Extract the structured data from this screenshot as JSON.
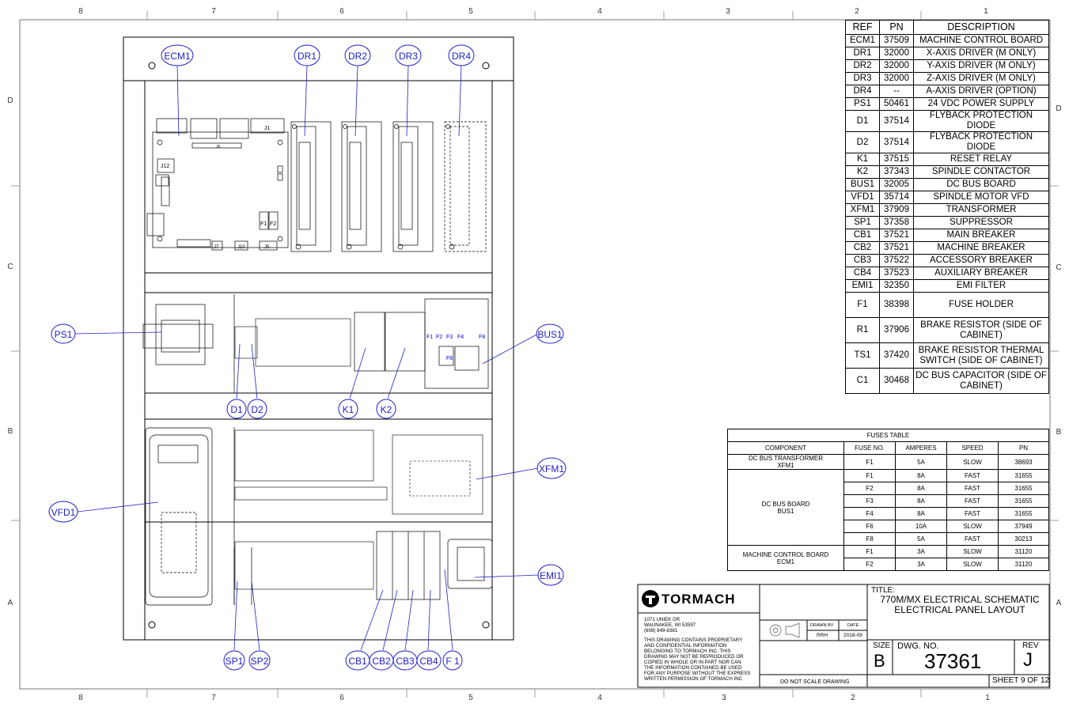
{
  "border": {
    "columns_top": [
      "8",
      "7",
      "6",
      "5",
      "4",
      "3",
      "2",
      "1"
    ],
    "columns_bottom": [
      "8",
      "7",
      "6",
      "5",
      "4",
      "3",
      "2",
      "1"
    ],
    "rows_left": [
      "D",
      "C",
      "B",
      "A"
    ],
    "rows_right": [
      "D",
      "C",
      "B",
      "A"
    ]
  },
  "balloons": {
    "ECM1": "ECM1",
    "DR1": "DR1",
    "DR2": "DR2",
    "DR3": "DR3",
    "DR4": "DR4",
    "PS1": "PS1",
    "BUS1": "BUS1",
    "D1": "D1",
    "D2": "D2",
    "K1": "K1",
    "K2": "K2",
    "XFM1": "XFM1",
    "VFD1": "VFD1",
    "EMI1": "EMI1",
    "SP1": "SP1",
    "SP2": "SP2",
    "CB1": "CB1",
    "CB2": "CB2",
    "CB3": "CB3",
    "CB4": "CB4",
    "F1": "F 1"
  },
  "board_labels": {
    "J1": "J1",
    "J6": "J6",
    "J12": "J12",
    "J7": "J7",
    "J10": "J10",
    "J5": "J5",
    "F1": "F1",
    "F2": "F2"
  },
  "bus_labels": {
    "F1": "F1",
    "F2": "F2",
    "F3": "F3",
    "F4": "F4",
    "F8": "F8",
    "F6": "F6"
  },
  "bom": {
    "headers": {
      "ref": "REF",
      "pn": "PN",
      "desc": "DESCRIPTION"
    },
    "rows": [
      {
        "ref": "ECM1",
        "pn": "37509",
        "desc": "MACHINE CONTROL BOARD"
      },
      {
        "ref": "DR1",
        "pn": "32000",
        "desc": "X-AXIS DRIVER (M ONLY)"
      },
      {
        "ref": "DR2",
        "pn": "32000",
        "desc": "Y-AXIS DRIVER (M ONLY)"
      },
      {
        "ref": "DR3",
        "pn": "32000",
        "desc": "Z-AXIS DRIVER (M ONLY)"
      },
      {
        "ref": "DR4",
        "pn": "--",
        "desc": "A-AXIS DRIVER (OPTION)"
      },
      {
        "ref": "PS1",
        "pn": "50461",
        "desc": "24 VDC POWER SUPPLY"
      },
      {
        "ref": "D1",
        "pn": "37514",
        "desc": "FLYBACK PROTECTION DIODE"
      },
      {
        "ref": "D2",
        "pn": "37514",
        "desc": "FLYBACK PROTECTION DIODE"
      },
      {
        "ref": "K1",
        "pn": "37515",
        "desc": "RESET RELAY"
      },
      {
        "ref": "K2",
        "pn": "37343",
        "desc": "SPINDLE CONTACTOR"
      },
      {
        "ref": "BUS1",
        "pn": "32005",
        "desc": "DC BUS BOARD"
      },
      {
        "ref": "VFD1",
        "pn": "35714",
        "desc": "SPINDLE MOTOR VFD"
      },
      {
        "ref": "XFM1",
        "pn": "37909",
        "desc": "TRANSFORMER"
      },
      {
        "ref": "SP1",
        "pn": "37358",
        "desc": "SUPPRESSOR"
      },
      {
        "ref": "CB1",
        "pn": "37521",
        "desc": "MAIN BREAKER"
      },
      {
        "ref": "CB2",
        "pn": "37521",
        "desc": "MACHINE BREAKER"
      },
      {
        "ref": "CB3",
        "pn": "37522",
        "desc": "ACCESSORY BREAKER"
      },
      {
        "ref": "CB4",
        "pn": "37523",
        "desc": "AUXILIARY BREAKER"
      },
      {
        "ref": "EMI1",
        "pn": "32350",
        "desc": "EMI FILTER"
      }
    ],
    "tall_rows": [
      {
        "ref": "F1",
        "pn": "38398",
        "desc1": "FUSE HOLDER",
        "desc2": ""
      },
      {
        "ref": "R1",
        "pn": "37906",
        "desc1": "BRAKE RESISTOR (SIDE OF",
        "desc2": "CABINET)"
      },
      {
        "ref": "TS1",
        "pn": "37420",
        "desc1": "BRAKE RESISTOR THERMAL",
        "desc2": "SWITCH (SIDE OF CABINET)"
      },
      {
        "ref": "C1",
        "pn": "30468",
        "desc1": "DC BUS CAPACITOR (SIDE OF",
        "desc2": "CABINET)"
      }
    ]
  },
  "fuses": {
    "title": "FUSES TABLE",
    "headers": {
      "component": "COMPONENT",
      "fuse": "FUSE NO.",
      "amps": "AMPERES",
      "speed": "SPEED",
      "pn": "PN"
    },
    "groups": [
      {
        "component1": "DC BUS TRANSFORMER",
        "component2": "XFM1",
        "rows": [
          {
            "fuse": "F1",
            "amps": "5A",
            "speed": "SLOW",
            "pn": "38693"
          }
        ]
      },
      {
        "component1": "DC BUS BOARD",
        "component2": "BUS1",
        "rows": [
          {
            "fuse": "F1",
            "amps": "8A",
            "speed": "FAST",
            "pn": "31655"
          },
          {
            "fuse": "F2",
            "amps": "8A",
            "speed": "FAST",
            "pn": "31655"
          },
          {
            "fuse": "F3",
            "amps": "8A",
            "speed": "FAST",
            "pn": "31655"
          },
          {
            "fuse": "F4",
            "amps": "8A",
            "speed": "FAST",
            "pn": "31655"
          },
          {
            "fuse": "F6",
            "amps": "10A",
            "speed": "SLOW",
            "pn": "37949"
          },
          {
            "fuse": "F8",
            "amps": "5A",
            "speed": "FAST",
            "pn": "30213"
          }
        ]
      },
      {
        "component1": "MACHINE CONTROL BOARD",
        "component2": "ECM1",
        "rows": [
          {
            "fuse": "F1",
            "amps": "3A",
            "speed": "SLOW",
            "pn": "31120"
          },
          {
            "fuse": "F2",
            "amps": "3A",
            "speed": "SLOW",
            "pn": "31120"
          }
        ]
      }
    ]
  },
  "title_block": {
    "logo_text": "TORMACH",
    "addr1": "1071 UNIEK DR",
    "addr2": "WAUNAKEE, WI 53597",
    "addr3": "(608) 849-8381",
    "prop1": "THIS DRAWING CONTAINS PROPRIETARY",
    "prop2": "AND CONFIDENTIAL INFORMATION",
    "prop3": "BELONGING TO TORMACH INC. THIS",
    "prop4": "DRAWING MAY NOT BE REPRODUCED OR",
    "prop5": "COPIED IN WHOLE OR IN PART NOR CAN",
    "prop6": "THE INFORMATION CONTAINED BE USED",
    "prop7": "FOR ANY PURPOSE WITHOUT THE EXPRESS",
    "prop8": "WRITTEN PERMISSION OF TORMACH INC",
    "drawn_by_label": "DRAWN BY",
    "date_label": "DATE",
    "drawn_by": "RRH",
    "date": "2018-09",
    "title_label": "TITLE:",
    "title1": "770M/MX ELECTRICAL SCHEMATIC",
    "title2": "ELECTRICAL PANEL LAYOUT",
    "size_label": "SIZE",
    "size": "B",
    "dwg_label": "DWG.  NO.",
    "dwg": "37361",
    "rev_label": "REV",
    "rev": "J",
    "no_scale": "DO NOT SCALE DRAWING",
    "sheet": "SHEET 9 OF 12"
  },
  "colors": {
    "ink": "#000000",
    "callout": "#2020c8",
    "grey": "#7a7a7a"
  }
}
